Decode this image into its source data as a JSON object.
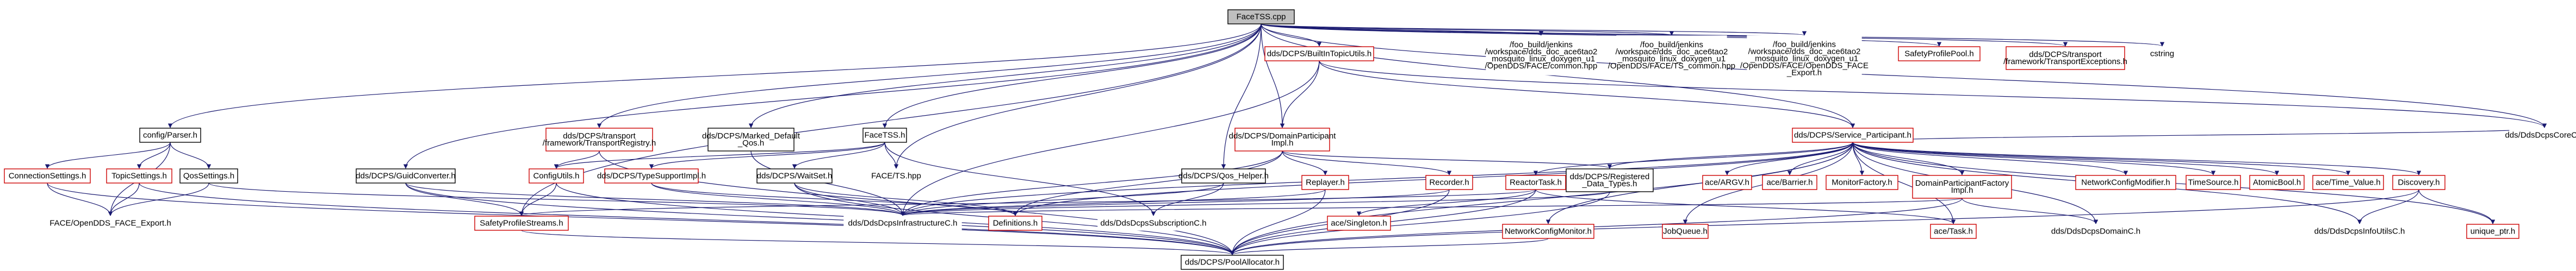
{
  "graph": {
    "root": "FaceTSS.cpp",
    "colors": {
      "edge": "#191970",
      "node_border": "#000000",
      "missing_border": "#cc0000",
      "root_fill": "#bfbfbf",
      "node_fill": "#ffffff",
      "missing_text": "#cc0000"
    },
    "nodes": [
      {
        "id": "root",
        "lines": [
          "FaceTSS.cpp"
        ],
        "kind": "root"
      },
      {
        "id": "configparser",
        "lines": [
          "config/Parser.h"
        ],
        "kind": "normal"
      },
      {
        "id": "transport_registry",
        "lines": [
          "dds/DCPS/transport",
          "/framework/TransportRegistry.h"
        ],
        "kind": "missing"
      },
      {
        "id": "marked_default_qos",
        "lines": [
          "dds/DCPS/Marked_Default",
          "_Qos.h"
        ],
        "kind": "normal"
      },
      {
        "id": "facetss_h",
        "lines": [
          "FaceTSS.h"
        ],
        "kind": "normal"
      },
      {
        "id": "builtin_topic_utils",
        "lines": [
          "dds/DCPS/BuiltInTopicUtils.h"
        ],
        "kind": "missing"
      },
      {
        "id": "domain_participant_impl",
        "lines": [
          "dds/DCPS/DomainParticipant",
          "Impl.h"
        ],
        "kind": "missing"
      },
      {
        "id": "foo_face_common",
        "lines": [
          "/foo_build/jenkins",
          "/workspace/dds_doc_ace6tao2",
          "_mosquito_linux_doxygen_u1",
          "/OpenDDS/FACE/common.hpp"
        ],
        "kind": "noborder"
      },
      {
        "id": "foo_ts_common",
        "lines": [
          "/foo_build/jenkins",
          "/workspace/dds_doc_ace6tao2",
          "_mosquito_linux_doxygen_u1",
          "/OpenDDS/FACE/TS_common.hpp"
        ],
        "kind": "noborder"
      },
      {
        "id": "foo_face_export",
        "lines": [
          "/foo_build/jenkins",
          "/workspace/dds_doc_ace6tao2",
          "_mosquito_linux_doxygen_u1",
          "/OpenDDS/FACE/OpenDDS_FACE",
          "_Export.h"
        ],
        "kind": "noborder"
      },
      {
        "id": "safety_profile_pool",
        "lines": [
          "SafetyProfilePool.h"
        ],
        "kind": "missing"
      },
      {
        "id": "transport_exceptions",
        "lines": [
          "dds/DCPS/transport",
          "/framework/TransportExceptions.h"
        ],
        "kind": "missing"
      },
      {
        "id": "cstring",
        "lines": [
          "cstring"
        ],
        "kind": "noborder"
      },
      {
        "id": "dds_dcps_core_c",
        "lines": [
          "dds/DdsDcpsCoreC.h"
        ],
        "kind": "noborder"
      },
      {
        "id": "connection_settings",
        "lines": [
          "ConnectionSettings.h"
        ],
        "kind": "missing"
      },
      {
        "id": "topic_settings",
        "lines": [
          "TopicSettings.h"
        ],
        "kind": "missing"
      },
      {
        "id": "qos_settings",
        "lines": [
          "QosSettings.h"
        ],
        "kind": "normal"
      },
      {
        "id": "face_opendds_export",
        "lines": [
          "FACE/OpenDDS_FACE_Export.h"
        ],
        "kind": "noborder"
      },
      {
        "id": "guid_converter",
        "lines": [
          "dds/DCPS/GuidConverter.h"
        ],
        "kind": "normal"
      },
      {
        "id": "config_utils",
        "lines": [
          "ConfigUtils.h"
        ],
        "kind": "missing"
      },
      {
        "id": "type_support_impl",
        "lines": [
          "dds/DCPS/TypeSupportImpl.h"
        ],
        "kind": "missing"
      },
      {
        "id": "waitset",
        "lines": [
          "dds/DCPS/WaitSet.h"
        ],
        "kind": "normal"
      },
      {
        "id": "face_ts_hpp",
        "lines": [
          "FACE/TS.hpp"
        ],
        "kind": "noborder"
      },
      {
        "id": "qos_helper",
        "lines": [
          "dds/DCPS/Qos_Helper.h"
        ],
        "kind": "normal"
      },
      {
        "id": "replayer",
        "lines": [
          "Replayer.h"
        ],
        "kind": "missing"
      },
      {
        "id": "recorder",
        "lines": [
          "Recorder.h"
        ],
        "kind": "missing"
      },
      {
        "id": "service_participant",
        "lines": [
          "dds/DCPS/Service_Participant.h"
        ],
        "kind": "missing"
      },
      {
        "id": "registered_data_types",
        "lines": [
          "dds/DCPS/Registered",
          "_Data_Types.h"
        ],
        "kind": "normal"
      },
      {
        "id": "reactor_task",
        "lines": [
          "ReactorTask.h"
        ],
        "kind": "missing"
      },
      {
        "id": "safety_profile_streams",
        "lines": [
          "SafetyProfileStreams.h"
        ],
        "kind": "missing"
      },
      {
        "id": "dds_dcps_infrastructure_c",
        "lines": [
          "dds/DdsDcpsInfrastructureC.h"
        ],
        "kind": "noborder"
      },
      {
        "id": "definitions",
        "lines": [
          "Definitions.h"
        ],
        "kind": "missing"
      },
      {
        "id": "dds_dcps_subscription_c",
        "lines": [
          "dds/DdsDcpsSubscriptionC.h"
        ],
        "kind": "noborder"
      },
      {
        "id": "ace_singleton",
        "lines": [
          "ace/Singleton.h"
        ],
        "kind": "missing"
      },
      {
        "id": "ace_argv",
        "lines": [
          "ace/ARGV.h"
        ],
        "kind": "missing"
      },
      {
        "id": "ace_barrier",
        "lines": [
          "ace/Barrier.h"
        ],
        "kind": "missing"
      },
      {
        "id": "monitor_factory",
        "lines": [
          "MonitorFactory.h"
        ],
        "kind": "missing"
      },
      {
        "id": "domain_participant_factory_impl",
        "lines": [
          "DomainParticipantFactory",
          "Impl.h"
        ],
        "kind": "missing"
      },
      {
        "id": "network_config_modifier",
        "lines": [
          "NetworkConfigModifier.h"
        ],
        "kind": "missing"
      },
      {
        "id": "time_source",
        "lines": [
          "TimeSource.h"
        ],
        "kind": "missing"
      },
      {
        "id": "atomic_bool",
        "lines": [
          "AtomicBool.h"
        ],
        "kind": "missing"
      },
      {
        "id": "ace_time_value",
        "lines": [
          "ace/Time_Value.h"
        ],
        "kind": "missing"
      },
      {
        "id": "discovery",
        "lines": [
          "Discovery.h"
        ],
        "kind": "missing"
      },
      {
        "id": "network_config_monitor",
        "lines": [
          "NetworkConfigMonitor.h"
        ],
        "kind": "missing"
      },
      {
        "id": "job_queue",
        "lines": [
          "JobQueue.h"
        ],
        "kind": "missing"
      },
      {
        "id": "ace_task",
        "lines": [
          "ace/Task.h"
        ],
        "kind": "missing"
      },
      {
        "id": "dds_dcps_domain_c",
        "lines": [
          "dds/DdsDcpsDomainC.h"
        ],
        "kind": "noborder"
      },
      {
        "id": "dds_dcps_info_utils_c",
        "lines": [
          "dds/DdsDcpsInfoUtilsC.h"
        ],
        "kind": "noborder"
      },
      {
        "id": "unique_ptr",
        "lines": [
          "unique_ptr.h"
        ],
        "kind": "missing"
      },
      {
        "id": "pool_allocator",
        "lines": [
          "dds/DCPS/PoolAllocator.h"
        ],
        "kind": "normal"
      }
    ]
  }
}
